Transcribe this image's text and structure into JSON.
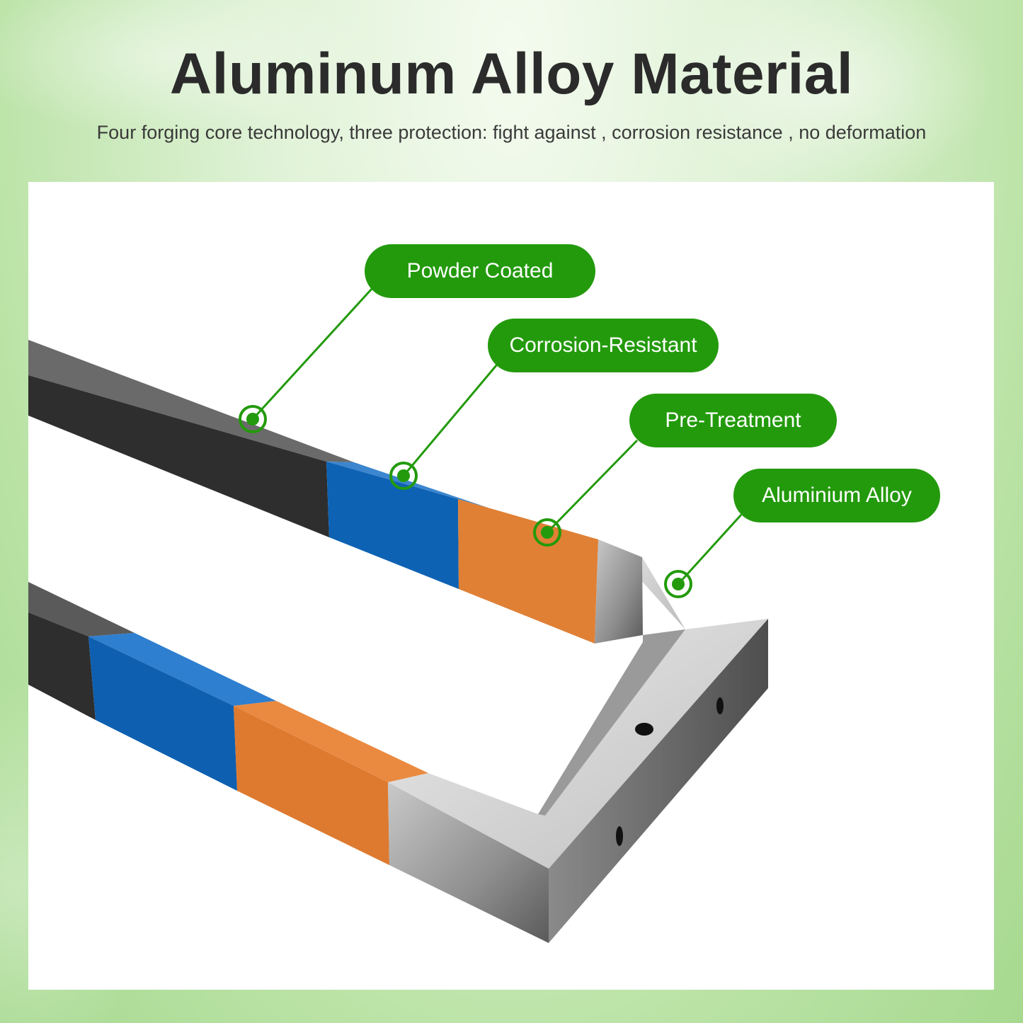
{
  "header": {
    "title": "Aluminum Alloy Material",
    "subtitle": "Four forging core technology, three protection: fight against , corrosion resistance , no deformation"
  },
  "callouts": [
    {
      "label": "Powder Coated"
    },
    {
      "label": "Corrosion-Resistant"
    },
    {
      "label": "Pre-Treatment"
    },
    {
      "label": "Aluminium Alloy"
    }
  ],
  "colors": {
    "accent": "#239a0c",
    "powder_coat": "#3a3a3a",
    "corrosion_layer": "#1f6fc0",
    "pretreatment_layer": "#e08035",
    "aluminium": "#b8b8b8",
    "text": "#2b2b2b"
  }
}
